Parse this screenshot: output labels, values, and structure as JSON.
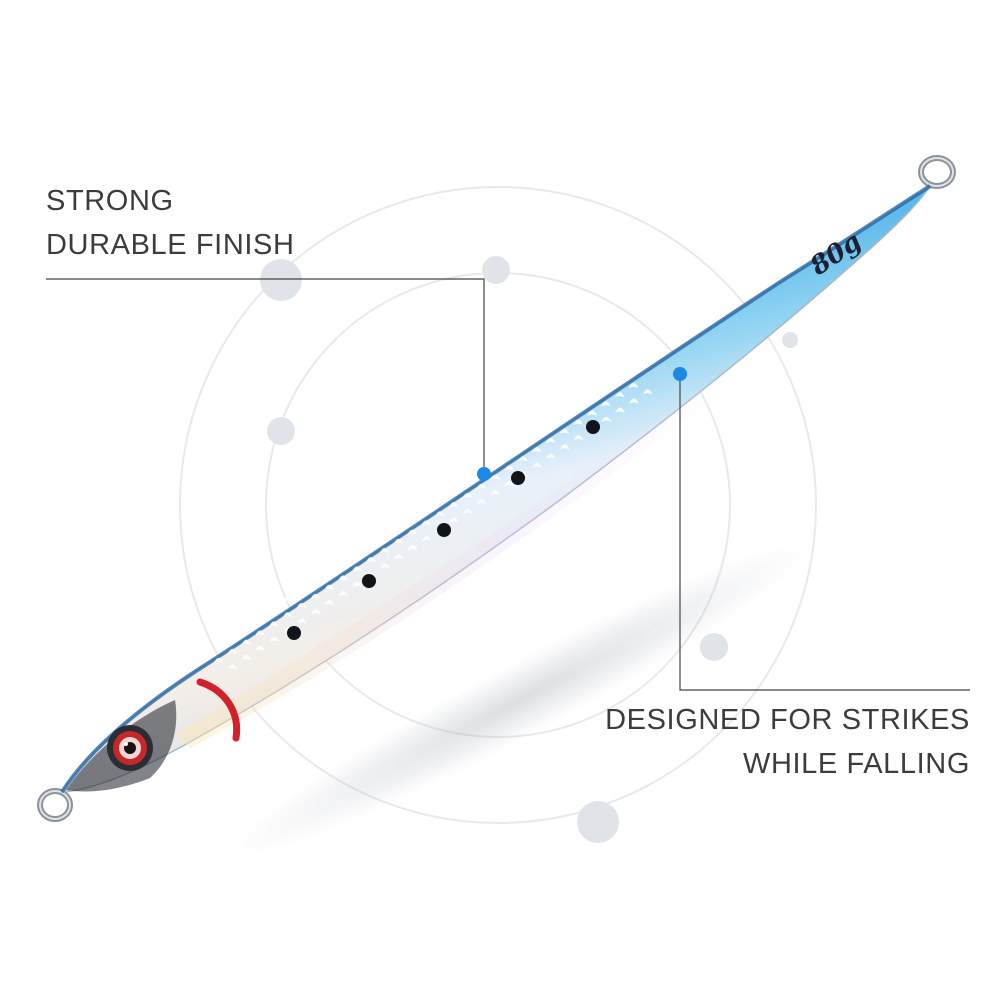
{
  "callouts": {
    "top": {
      "line1": "STRONG",
      "line2": "DURABLE FINISH"
    },
    "bottom": {
      "line1": "DESIGNED FOR STRIKES",
      "line2": "WHILE FALLING"
    }
  },
  "product": {
    "weight_label": "80g"
  },
  "colors": {
    "background": "#ffffff",
    "lure_blue": "#2a8fd6",
    "lure_belly": "#e9eef5",
    "accent_dot": "#1e88e5",
    "text": "#3c3c3c"
  }
}
